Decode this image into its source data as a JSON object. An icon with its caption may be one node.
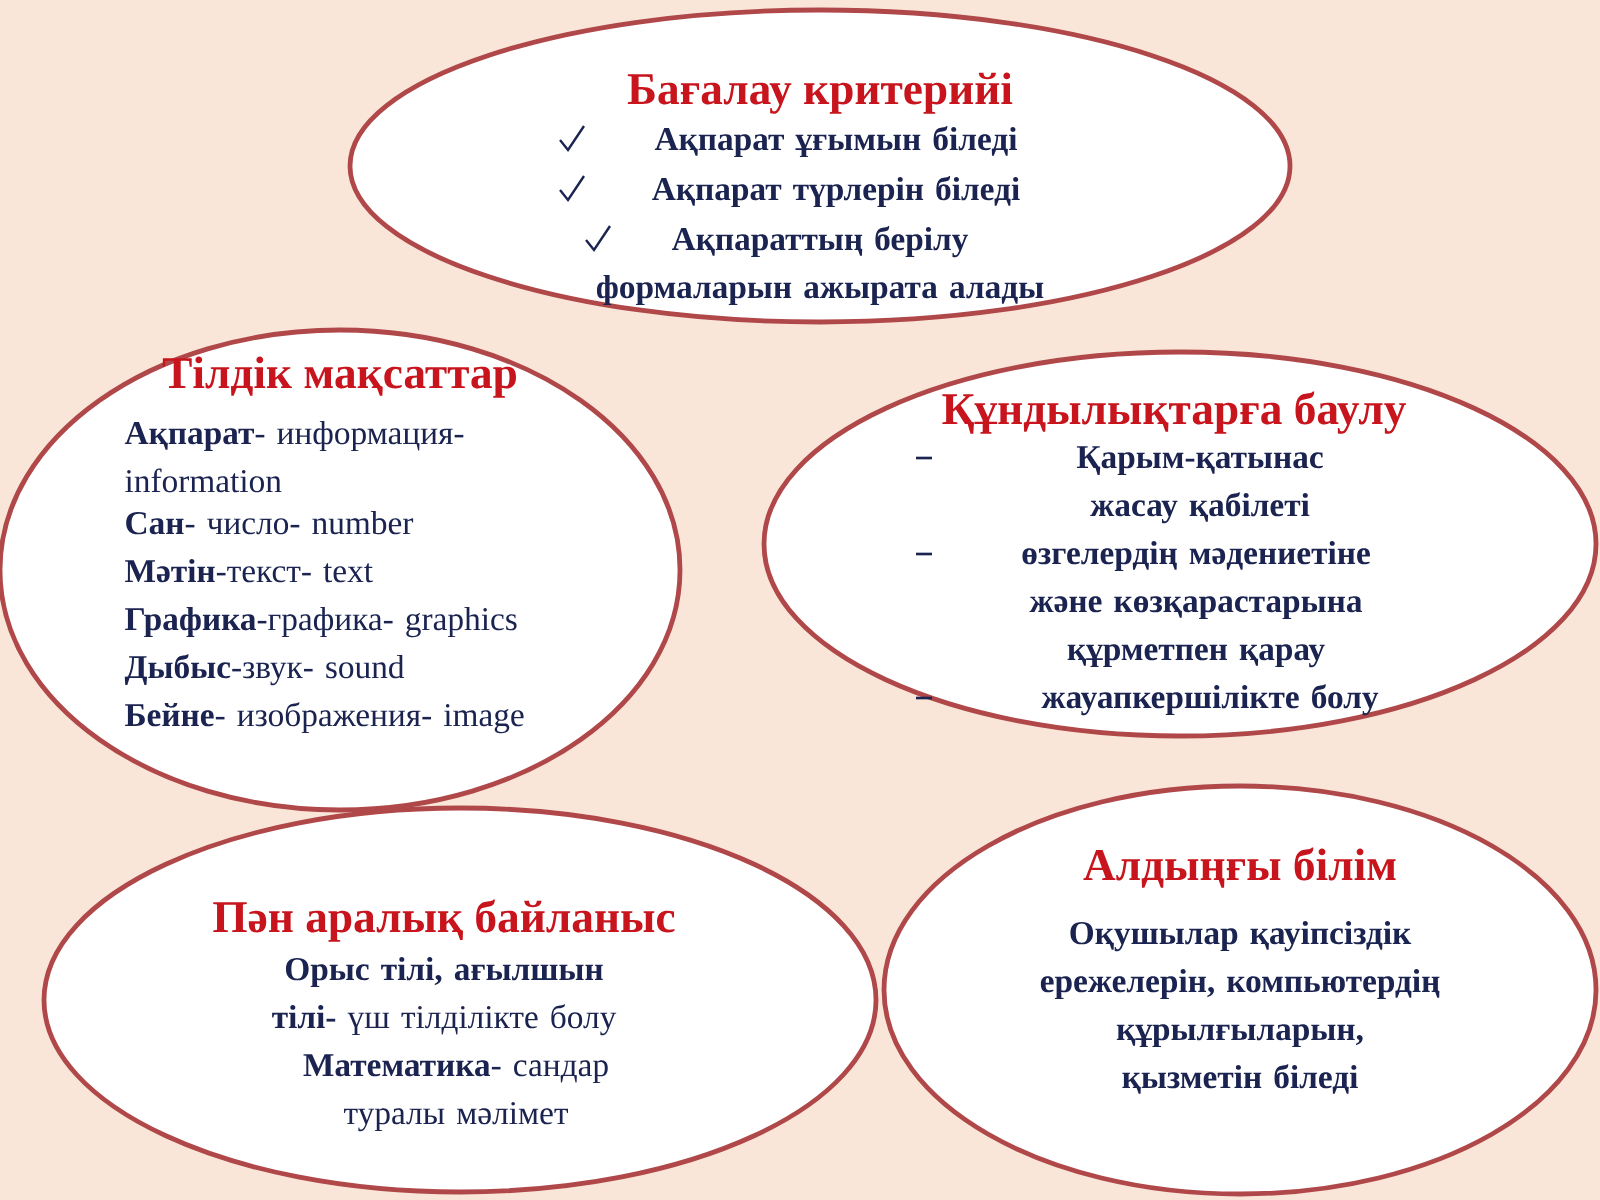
{
  "diagram": {
    "nodes": [
      {
        "text": [
          "Бағалау критерийі",
          "Ақпарат ұғымын біледі",
          "Ақпарат түрлерін біледі",
          "Ақпараттың берілу формаларын ажырата алады"
        ]
      },
      {
        "text": [
          "Тілдік мақсаттар",
          "**Ақпарат**- информация- information",
          "**Сан**- число- number",
          "**Мәтін**-текст- text",
          "**Графика**-графика- graphics",
          "**Дыбыс**-звук- sound",
          "**Бейне**- изображения- image"
        ]
      },
      {
        "text": [
          "Құндылықтарға баулу",
          "Қарым-қатынас жасау қабілеті",
          "өзгелердің мәдениетіне және көзқарастарына құрметпен қарау",
          "жауапкершілікте болу"
        ]
      },
      {
        "text": [
          "Пән аралық  байланыс",
          "**Орыс тілі,  ағылшын тілі-** үш тілділікте болу",
          "**Математика**- сандар туралы мәлімет"
        ]
      },
      {
        "text": [
          "Алдыңғы білім",
          "Оқушылар қауіпсіздік ережелерін, компьютердің құрылғыларын, қызметін біледі"
        ]
      }
    ]
  }
}
